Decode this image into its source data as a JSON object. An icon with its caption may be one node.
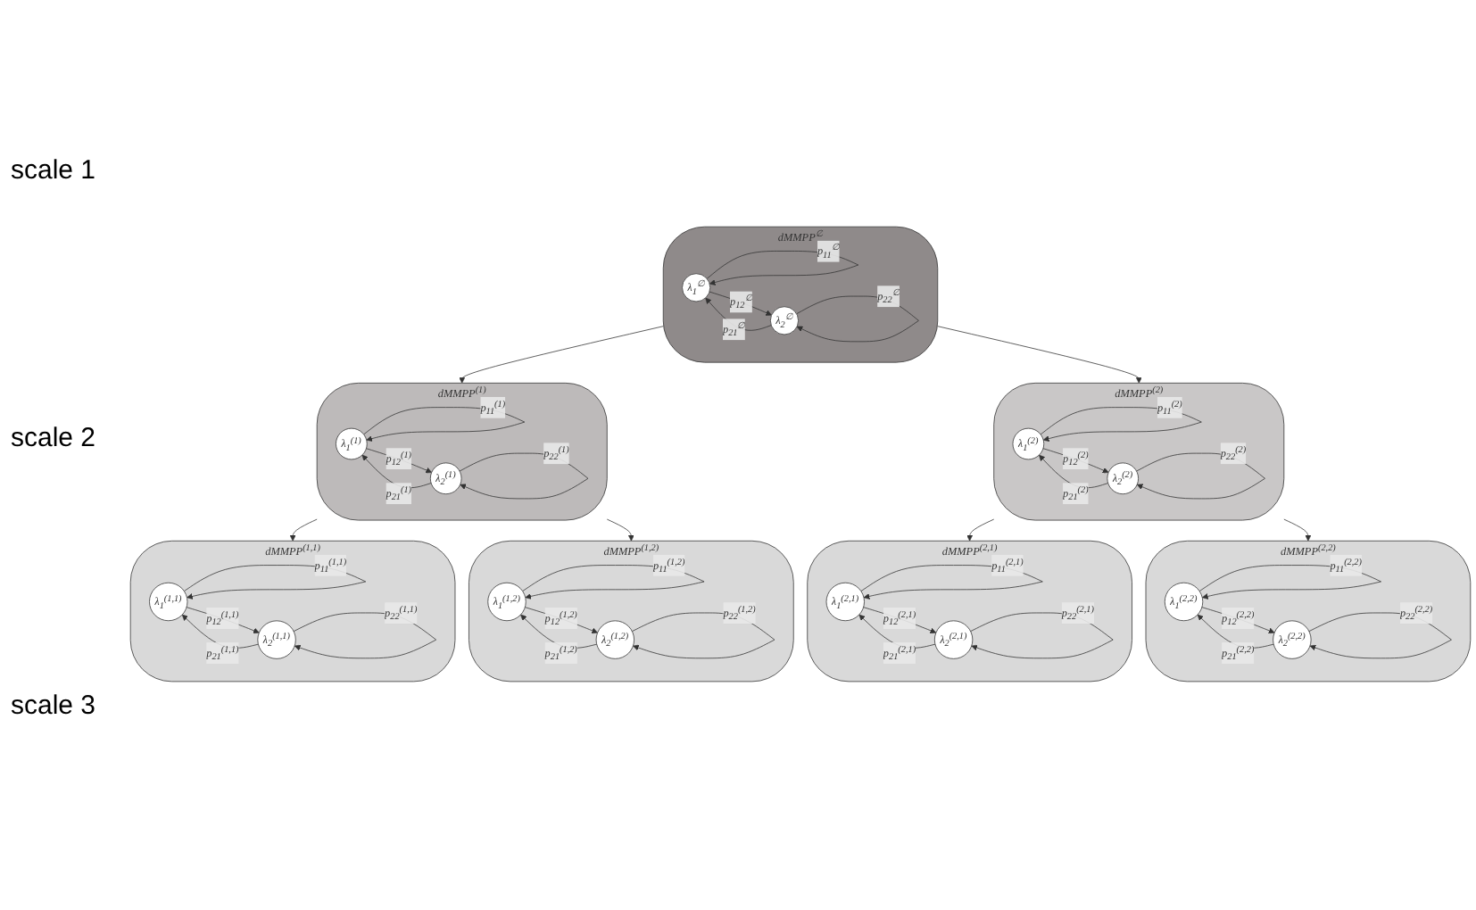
{
  "diagram": {
    "nodes": [
      {
        "text": [
          "dMMPP$^{∅}$"
        ]
      },
      {
        "text": [
          "λ$_{1}$$^{∅}$"
        ],
        "in": 0
      },
      {
        "text": [
          "λ$_{2}$$^{∅}$"
        ],
        "in": 0
      },
      {
        "text": [
          "dMMPP$^{(1)}$"
        ]
      },
      {
        "text": [
          "λ$_{1}$$^{(1)}$"
        ],
        "in": 3
      },
      {
        "text": [
          "λ$_{2}$$^{(1)}$"
        ],
        "in": 3
      },
      {
        "text": [
          "dMMPP$^{(2)}$"
        ]
      },
      {
        "text": [
          "λ$_{1}$$^{(2)}$"
        ],
        "in": 6
      },
      {
        "text": [
          "λ$_{2}$$^{(2)}$"
        ],
        "in": 6
      },
      {
        "text": [
          "dMMPP$^{(1,1)}$"
        ]
      },
      {
        "text": [
          "λ$_{1}$$^{(1,1)}$"
        ],
        "in": 9
      },
      {
        "text": [
          "λ$_{2}$$^{(1,1)}$"
        ],
        "in": 9
      },
      {
        "text": [
          "dMMPP$^{(1,2)}$"
        ]
      },
      {
        "text": [
          "λ$_{1}$$^{(1,2)}$"
        ],
        "in": 12
      },
      {
        "text": [
          "λ$_{2}$$^{(1,2)}$"
        ],
        "in": 12
      },
      {
        "text": [
          "dMMPP$^{(2,1)}$"
        ]
      },
      {
        "text": [
          "λ$_{1}$$^{(2,1)}$"
        ],
        "in": 15
      },
      {
        "text": [
          "λ$_{2}$$^{(2,1)}$"
        ],
        "in": 15
      },
      {
        "text": [
          "dMMPP$^{(2,2)}$"
        ]
      },
      {
        "text": [
          "λ$_{1}$$^{(2,2)}$"
        ],
        "in": 18
      },
      {
        "text": [
          "λ$_{2}$$^{(2,2)}$"
        ],
        "in": 18
      }
    ],
    "edges": [
      {
        "from": 1,
        "to": 2,
        "arrow": "to",
        "label": "p$_{12}$$^{∅}$"
      },
      {
        "from": 2,
        "to": 1,
        "arrow": "to",
        "label": "p$_{21}$$^{∅}$"
      },
      {
        "from": 1,
        "to": 1,
        "arrow": "to",
        "label": "p$_{11}$$^{∅}$"
      },
      {
        "from": 2,
        "to": 2,
        "arrow": "to",
        "label": "p$_{22}$$^{∅}$"
      },
      {
        "from": 0,
        "to": 3,
        "arrow": "to"
      },
      {
        "from": 0,
        "to": 6,
        "arrow": "to"
      },
      {
        "from": 4,
        "to": 5,
        "arrow": "to",
        "label": "p$_{12}$$^{(1)}$"
      },
      {
        "from": 5,
        "to": 4,
        "arrow": "to",
        "label": "p$_{21}$$^{(1)}$"
      },
      {
        "from": 4,
        "to": 4,
        "arrow": "to",
        "label": "p$_{11}$$^{(1)}$"
      },
      {
        "from": 5,
        "to": 5,
        "arrow": "to",
        "label": "p$_{22}$$^{(1)}$"
      },
      {
        "from": 7,
        "to": 8,
        "arrow": "to",
        "label": "p$_{12}$$^{(2)}$"
      },
      {
        "from": 8,
        "to": 7,
        "arrow": "to",
        "label": "p$_{21}$$^{(2)}$"
      },
      {
        "from": 7,
        "to": 7,
        "arrow": "to",
        "label": "p$_{11}$$^{(2)}$"
      },
      {
        "from": 8,
        "to": 8,
        "arrow": "to",
        "label": "p$_{22}$$^{(2)}$"
      },
      {
        "from": 3,
        "to": 9,
        "arrow": "to"
      },
      {
        "from": 3,
        "to": 12,
        "arrow": "to"
      },
      {
        "from": 6,
        "to": 15,
        "arrow": "to"
      },
      {
        "from": 6,
        "to": 18,
        "arrow": "to"
      },
      {
        "from": 10,
        "to": 11,
        "arrow": "to",
        "label": "p$_{12}$$^{(1,1)}$"
      },
      {
        "from": 11,
        "to": 10,
        "arrow": "to",
        "label": "p$_{21}$$^{(1,1)}$"
      },
      {
        "from": 10,
        "to": 10,
        "arrow": "to",
        "label": "p$_{11}$$^{(1,1)}$"
      },
      {
        "from": 11,
        "to": 11,
        "arrow": "to",
        "label": "p$_{22}$$^{(1,1)}$"
      },
      {
        "from": 13,
        "to": 14,
        "arrow": "to",
        "label": "p$_{12}$$^{(1,2)}$"
      },
      {
        "from": 14,
        "to": 13,
        "arrow": "to",
        "label": "p$_{21}$$^{(1,2)}$"
      },
      {
        "from": 13,
        "to": 13,
        "arrow": "to",
        "label": "p$_{11}$$^{(1,2)}$"
      },
      {
        "from": 14,
        "to": 14,
        "arrow": "to",
        "label": "p$_{22}$$^{(1,2)}$"
      },
      {
        "from": 16,
        "to": 17,
        "arrow": "to",
        "label": "p$_{12}$$^{(2,1)}$"
      },
      {
        "from": 17,
        "to": 16,
        "arrow": "to",
        "label": "p$_{21}$$^{(2,1)}$"
      },
      {
        "from": 16,
        "to": 16,
        "arrow": "to",
        "label": "p$_{11}$$^{(2,1)}$"
      },
      {
        "from": 17,
        "to": 17,
        "arrow": "to",
        "label": "p$_{22}$$^{(2,1)}$"
      },
      {
        "from": 19,
        "to": 20,
        "arrow": "to",
        "label": "p$_{12}$$^{(2,2)}$"
      },
      {
        "from": 20,
        "to": 19,
        "arrow": "to",
        "label": "p$_{21}$$^{(2,2)}$"
      },
      {
        "from": 19,
        "to": 19,
        "arrow": "to",
        "label": "p$_{11}$$^{(2,2)}$"
      },
      {
        "from": 20,
        "to": 20,
        "arrow": "to",
        "label": "p$_{22}$$^{(2,2)}$"
      }
    ],
    "labels": [
      "scale 1",
      "scale 2",
      "scale 3"
    ]
  }
}
